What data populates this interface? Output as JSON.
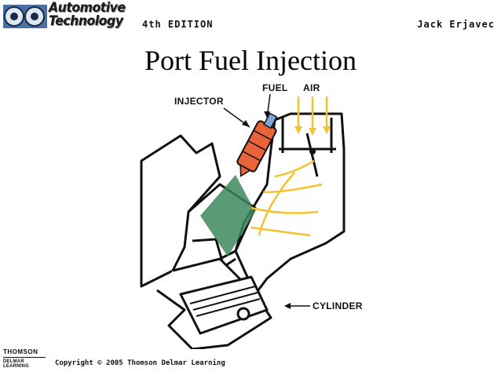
{
  "header": {
    "logo_line1": "Automotive",
    "logo_line2": "Technology",
    "edition": "4th EDITION",
    "author": "Jack Erjavec"
  },
  "slide": {
    "title": "Port Fuel Injection"
  },
  "diagram": {
    "labels": {
      "injector": "INJECTOR",
      "fuel": "FUEL",
      "air": "AIR",
      "cylinder": "CYLINDER"
    },
    "colors": {
      "injector": "#e8623a",
      "spray": "#3d8a5e",
      "airflow": "#f2c230",
      "outline": "#111111"
    }
  },
  "footer": {
    "brand_line1": "THOMSON",
    "brand_line2": "DELMAR LEARNING",
    "copyright": "Copyright © 2005 Thomson Delmar Learning"
  }
}
